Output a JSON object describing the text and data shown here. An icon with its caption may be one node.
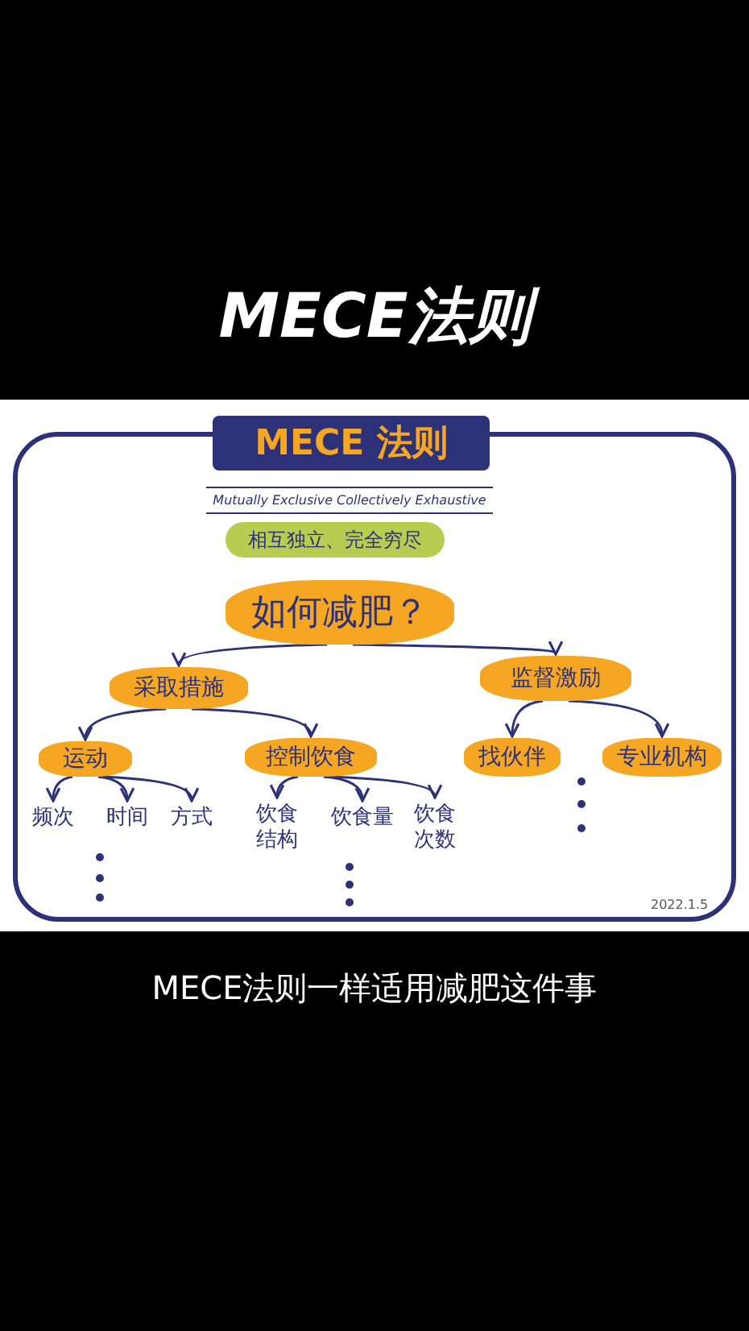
{
  "diagram": {
    "title": "MECE法则",
    "caption": "MECE法则一样适用减肥这件事",
    "nodes": [
      {
        "text": [
          "MECE 法则"
        ]
      },
      {
        "text": [
          "Mutually Exclusive Collectively Exhaustive"
        ]
      },
      {
        "text": [
          "相互独立、完全穷尽"
        ]
      },
      {
        "text": [
          "如何减肥？"
        ]
      },
      {
        "text": [
          "采取措施"
        ]
      },
      {
        "text": [
          "监督激励"
        ]
      },
      {
        "text": [
          "运动"
        ]
      },
      {
        "text": [
          "控制饮食"
        ]
      },
      {
        "text": [
          "找伙伴"
        ]
      },
      {
        "text": [
          "专业机构"
        ]
      },
      {
        "text": [
          "频次"
        ]
      },
      {
        "text": [
          "时间"
        ]
      },
      {
        "text": [
          "方式"
        ]
      },
      {
        "text": [
          "饮食结构"
        ]
      },
      {
        "text": [
          "饮食量"
        ]
      },
      {
        "text": [
          "饮食次数"
        ]
      }
    ],
    "edges": [
      {
        "from": 3,
        "to": 4,
        "arrow": "to"
      },
      {
        "from": 3,
        "to": 5,
        "arrow": "to"
      },
      {
        "from": 4,
        "to": 6,
        "arrow": "to"
      },
      {
        "from": 4,
        "to": 7,
        "arrow": "to"
      },
      {
        "from": 5,
        "to": 8,
        "arrow": "to"
      },
      {
        "from": 5,
        "to": 9,
        "arrow": "to"
      },
      {
        "from": 6,
        "to": 10,
        "arrow": "to"
      },
      {
        "from": 6,
        "to": 11,
        "arrow": "to"
      },
      {
        "from": 6,
        "to": 12,
        "arrow": "to"
      },
      {
        "from": 7,
        "to": 13,
        "arrow": "to"
      },
      {
        "from": 7,
        "to": 14,
        "arrow": "to"
      },
      {
        "from": 7,
        "to": 15,
        "arrow": "to"
      }
    ],
    "labels": [
      "2022.1.5"
    ]
  }
}
